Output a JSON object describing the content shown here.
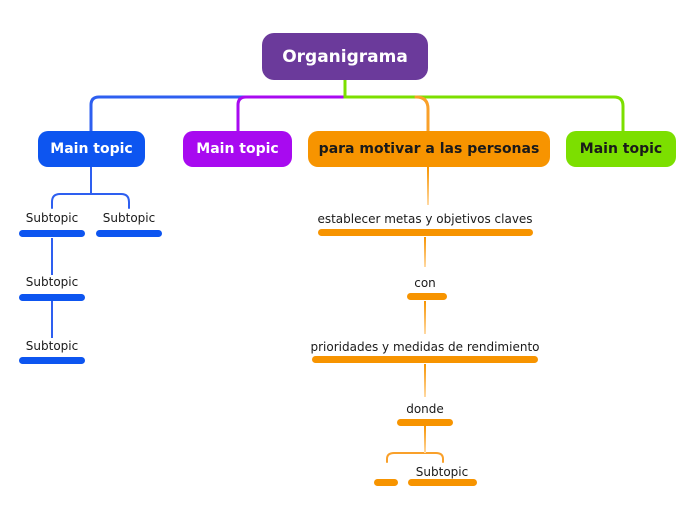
{
  "colors": {
    "root_purple": "#6b3a9b",
    "blue": "#0d55f0",
    "blue_line": "#2e5ff0",
    "magenta": "#a80af0",
    "orange": "#f79400",
    "orange_line": "#f9a02a",
    "orange_line_light": "#ffd9a3",
    "green": "#7cdf00",
    "text": "#1a1a1a",
    "white": "#ffffff"
  },
  "root": {
    "label": "Organigrama"
  },
  "main_topics": {
    "blue": {
      "label": "Main topic"
    },
    "magenta": {
      "label": "Main topic"
    },
    "orange": {
      "label": "para motivar a las personas"
    },
    "green": {
      "label": "Main topic"
    }
  },
  "blue_subtopics": {
    "row1_left": {
      "label": "Subtopic"
    },
    "row1_right": {
      "label": "Subtopic"
    },
    "row2": {
      "label": "Subtopic"
    },
    "row3": {
      "label": "Subtopic"
    }
  },
  "orange_chain": {
    "level1": {
      "label": "establecer metas y objetivos claves"
    },
    "level2": {
      "label": "con"
    },
    "level3": {
      "label": "prioridades y medidas de rendimiento"
    },
    "level4": {
      "label": "donde"
    },
    "level5": {
      "label": "Subtopic"
    }
  }
}
